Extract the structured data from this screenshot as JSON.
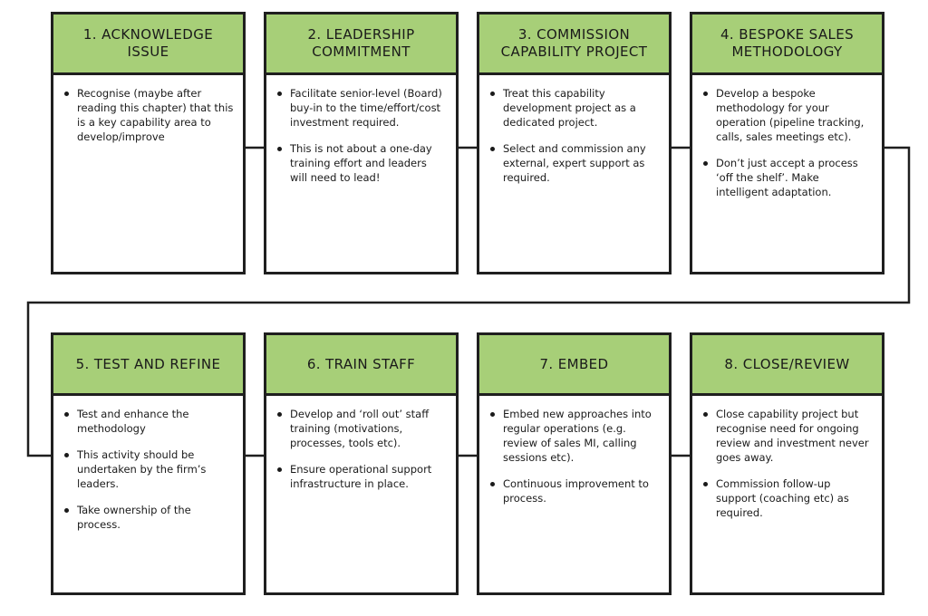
{
  "steps": [
    {
      "title": "1. Acknowledge issue",
      "bullets": [
        "Recognise (maybe after reading this chapter) that this is a key capability area to develop/improve"
      ]
    },
    {
      "title": "2. Leadership commitment",
      "bullets": [
        "Facilitate senior-level (Board) buy-in to the time/effort/cost investment required.",
        "This is not about a one-day training effort and leaders will need to lead!"
      ]
    },
    {
      "title": "3. Commission capability project",
      "bullets": [
        "Treat this capability development project as a dedicated project.",
        "Select and commission any external, expert support as required."
      ]
    },
    {
      "title": "4. Bespoke sales methodology",
      "bullets": [
        "Develop a bespoke methodology for your operation (pipeline tracking, calls, sales meetings etc).",
        "Don’t just accept a process ‘off the shelf’. Make intelligent adaptation."
      ]
    },
    {
      "title": "5. Test and refine",
      "bullets": [
        "Test and enhance the methodology",
        "This activity should be undertaken by the firm’s leaders.",
        "Take ownership of the process."
      ]
    },
    {
      "title": "6. Train staff",
      "bullets": [
        "Develop and ‘roll out’ staff training (motivations, processes, tools etc).",
        "Ensure operational support infrastructure in place."
      ]
    },
    {
      "title": "7. Embed",
      "bullets": [
        "Embed new approaches into regular operations (e.g. review of sales MI, calling sessions etc).",
        "Continuous improvement to process."
      ]
    },
    {
      "title": "8. Close/review",
      "bullets": [
        "Close capability project but recognise need for ongoing review and investment never goes away.",
        "Commission follow-up support (coaching etc) as required."
      ]
    }
  ],
  "colors": {
    "header_fill": "#a7cf78",
    "border": "#1f1f1f",
    "connector": "#1f1f1f"
  }
}
